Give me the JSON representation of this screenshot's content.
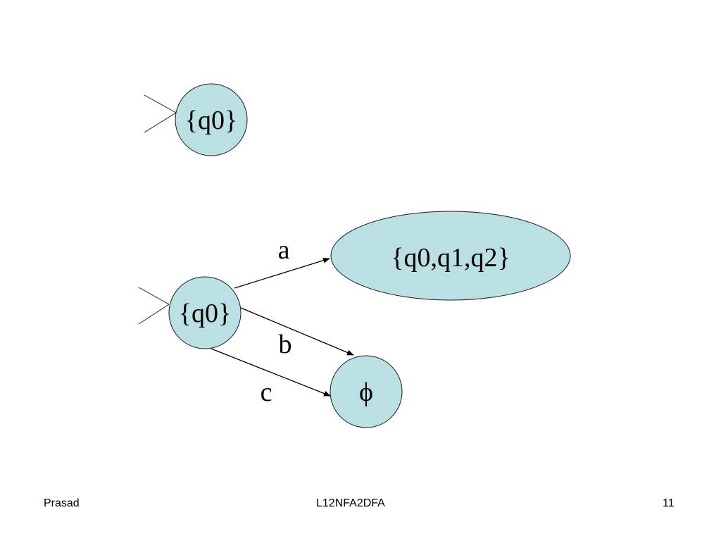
{
  "diagram": {
    "top_state": {
      "label": "{q0}"
    },
    "start_state": {
      "label": "{q0}"
    },
    "state_q012": {
      "label": "{q0,q1,q2}"
    },
    "state_empty": {
      "label": "ϕ"
    },
    "edges": {
      "a": "a",
      "b": "b",
      "c": "c"
    }
  },
  "footer": {
    "author": "Prasad",
    "title": "L12NFA2DFA",
    "page_number": "11"
  }
}
